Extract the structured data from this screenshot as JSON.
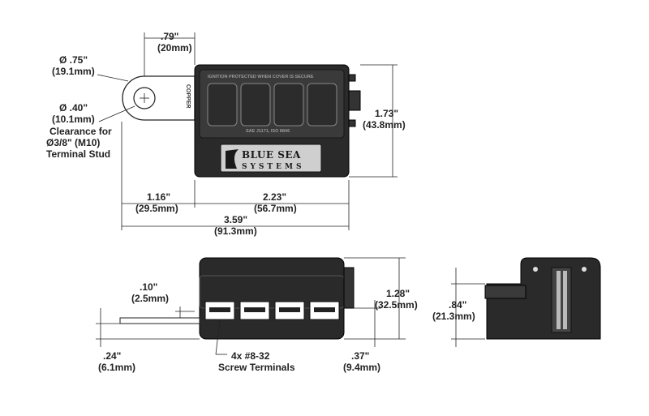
{
  "top_view": {
    "hole_dia": {
      "inch": "Ø .75\"",
      "mm": "(19.1mm)"
    },
    "stud_dia": {
      "inch": "Ø .40\"",
      "mm": "(10.1mm)"
    },
    "clearance": [
      "Clearance for",
      "Ø3/8\" (M10)",
      "Terminal Stud"
    ],
    "offset_079": {
      "inch": ".79\"",
      "mm": "(20mm)"
    },
    "height_173": {
      "inch": "1.73\"",
      "mm": "(43.8mm)"
    },
    "len_116": {
      "inch": "1.16\"",
      "mm": "(29.5mm)"
    },
    "len_223": {
      "inch": "2.23\"",
      "mm": "(56.7mm)"
    },
    "len_359": {
      "inch": "3.59\"",
      "mm": "(91.3mm)"
    },
    "copper_label": "COPPER",
    "cover_text": "IGNITION PROTECTED WHEN COVER IS SECURE",
    "standards_text": "SAE J1171, ISO 8846",
    "logo_line1": "BLUE SEA",
    "logo_line2": "SYSTEMS"
  },
  "front_view": {
    "dim_010": {
      "inch": ".10\"",
      "mm": "(2.5mm)"
    },
    "dim_128": {
      "inch": "1.28\"",
      "mm": "(32.5mm)"
    },
    "dim_024": {
      "inch": ".24\"",
      "mm": "(6.1mm)"
    },
    "dim_037": {
      "inch": ".37\"",
      "mm": "(9.4mm)"
    },
    "screws": [
      "4x #8-32",
      "Screw Terminals"
    ]
  },
  "side_view": {
    "dim_084": {
      "inch": ".84\"",
      "mm": "(21.3mm)"
    }
  }
}
